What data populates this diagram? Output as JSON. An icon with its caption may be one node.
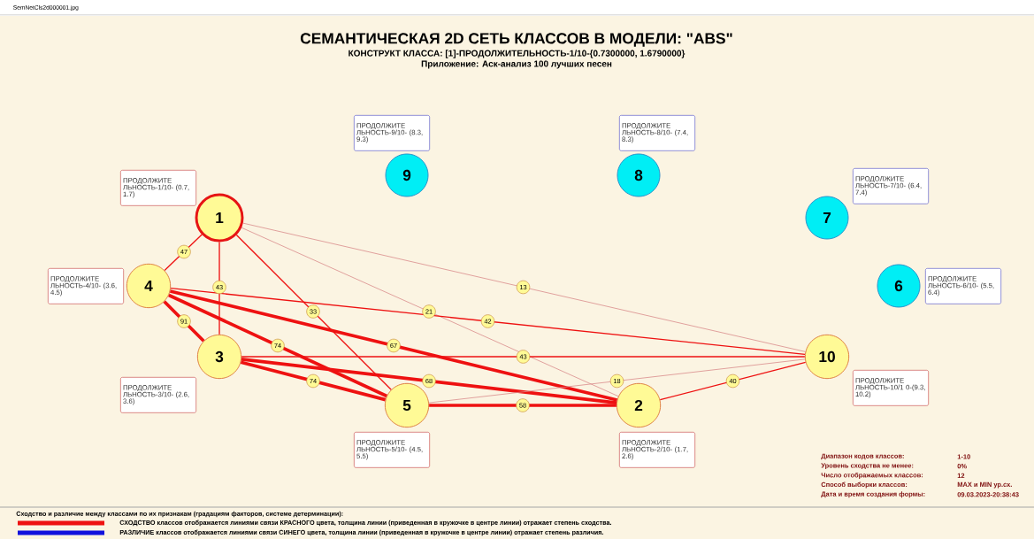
{
  "diagram": {
    "title": "СЕМАНТИЧЕСКАЯ 2D СЕТЬ КЛАССОВ В МОДЕЛИ: \"ABS\"",
    "nodes": [
      {
        "text": [
          "1"
        ],
        "beside": [
          "ПРОДОЛЖИТЕ ЛЬНОСТЬ-1/10- (0.7, 1.7)"
        ]
      },
      {
        "text": [
          "2"
        ],
        "beside": [
          "ПРОДОЛЖИТЕ ЛЬНОСТЬ-2/10- (1.7, 2.6)"
        ]
      },
      {
        "text": [
          "3"
        ],
        "beside": [
          "ПРОДОЛЖИТЕ ЛЬНОСТЬ-3/10- (2.6, 3.6)"
        ]
      },
      {
        "text": [
          "4"
        ],
        "beside": [
          "ПРОДОЛЖИТЕ ЛЬНОСТЬ-4/10- (3.6, 4.5)"
        ]
      },
      {
        "text": [
          "5"
        ],
        "beside": [
          "ПРОДОЛЖИТЕ ЛЬНОСТЬ-5/10- (4.5, 5.5)"
        ]
      },
      {
        "text": [
          "6"
        ],
        "beside": [
          "ПРОДОЛЖИТЕ ЛЬНОСТЬ-6/10- (5.5, 6.4)"
        ]
      },
      {
        "text": [
          "7"
        ],
        "beside": [
          "ПРОДОЛЖИТЕ ЛЬНОСТЬ-7/10- (6.4, 7.4)"
        ]
      },
      {
        "text": [
          "8"
        ],
        "beside": [
          "ПРОДОЛЖИТЕ ЛЬНОСТЬ-8/10- (7.4, 8.3)"
        ]
      },
      {
        "text": [
          "9"
        ],
        "beside": [
          "ПРОДОЛЖИТЕ ЛЬНОСТЬ-9/10- (8.3, 9.3)"
        ]
      },
      {
        "text": [
          "10"
        ],
        "beside": [
          "ПРОДОЛЖИТЕ ЛЬНОСТЬ-10/1 0-(9.3, 10.2)"
        ]
      }
    ],
    "edges": [
      {
        "from": 0,
        "to": 3,
        "arrow": "none",
        "label": "47"
      },
      {
        "from": 0,
        "to": 2,
        "arrow": "none",
        "label": "43"
      },
      {
        "from": 0,
        "to": 4,
        "arrow": "none",
        "label": "33"
      },
      {
        "from": 0,
        "to": 1,
        "arrow": "none",
        "label": "21",
        "color": "#d98c8c"
      },
      {
        "from": 0,
        "to": 9,
        "arrow": "none",
        "label": "13",
        "color": "#d98c8c"
      },
      {
        "from": 3,
        "to": 2,
        "arrow": "none",
        "label": "91",
        "style": "thick"
      },
      {
        "from": 3,
        "to": 4,
        "arrow": "none",
        "label": "74",
        "style": "thick"
      },
      {
        "from": 3,
        "to": 1,
        "arrow": "none",
        "label": "67",
        "style": "thick"
      },
      {
        "from": 3,
        "to": 9,
        "arrow": "none",
        "label": "42"
      },
      {
        "from": 2,
        "to": 9,
        "arrow": "none",
        "label": "43"
      },
      {
        "from": 2,
        "to": 4,
        "arrow": "none",
        "label": "74",
        "style": "thick"
      },
      {
        "from": 2,
        "to": 1,
        "arrow": "none",
        "label": "68",
        "style": "thick"
      },
      {
        "from": 4,
        "to": 1,
        "arrow": "none",
        "label": "58",
        "style": "thick"
      },
      {
        "from": 4,
        "to": 9,
        "arrow": "none",
        "label": "18",
        "color": "#d98c8c"
      },
      {
        "from": 1,
        "to": 9,
        "arrow": "none",
        "label": "40"
      }
    ],
    "labels": [
      "SemNetCls2d000001.jpg",
      "КОНСТРУКТ КЛАССА: [1]-ПРОДОЛЖИТЕЛЬНОСТЬ-1/10-{0.7300000, 1.6790000}",
      "Приложение: Аск-анализ 100 лучших песен",
      "Диапазон кодов классов:",
      "1-10",
      "Уровень сходства не менее:",
      "0%",
      "Число отображаемых классов:",
      "12",
      "Способ выборки классов:",
      "MAX и MIN ур.сх.",
      "Дата и время создания формы:",
      "09.03.2023-20:38:43",
      "Сходство и различие между классами по их признакам (градациям факторов, системе детерминации):"
    ],
    "legend": [
      {
        "text": "СХОДСТВО классов отображается линиями связи КРАСНОГО цвета, толщина линии (приведенная в кружочке в центре линии) отражает степень сходства.",
        "color": "#ee1111"
      },
      {
        "text": "РАЗЛИЧИЕ классов отображается линиями связи СИНЕГО цвета, толщина линии (приведенная в кружочке в центре линии) отражает степень различия.",
        "color": "#1111dd"
      }
    ]
  }
}
